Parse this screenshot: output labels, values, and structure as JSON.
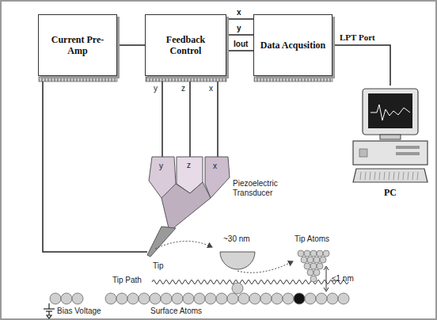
{
  "diagram": {
    "nodes": [
      {
        "text": [
          "Current Pre-Amp"
        ]
      },
      {
        "text": [
          "Feedback Control"
        ]
      },
      {
        "text": [
          "Data Acqusition"
        ]
      },
      {
        "text": [
          "PC"
        ]
      }
    ],
    "edges": [
      {
        "from": 0,
        "to": 1,
        "arrow": "none"
      },
      {
        "from": 1,
        "to": 2,
        "label": "x",
        "arrow": "none"
      },
      {
        "from": 1,
        "to": 2,
        "label": "y",
        "arrow": "none"
      },
      {
        "from": 1,
        "to": 2,
        "label": "Iout",
        "arrow": "none"
      },
      {
        "from": 2,
        "to": 3,
        "label": "LPT Port",
        "arrow": "none"
      }
    ],
    "labels": [
      "y",
      "z",
      "x",
      "y",
      "z",
      "x",
      "Piezoelectric Transducer",
      "Tip",
      "~30 nm",
      "Tip Atoms",
      "≤1 nm",
      "Tip Path",
      "Surface Atoms",
      "Bias Voltage"
    ]
  }
}
